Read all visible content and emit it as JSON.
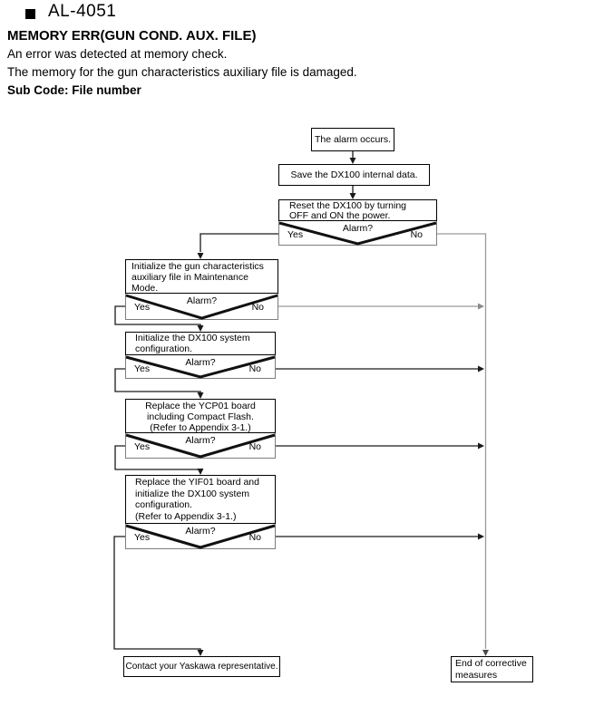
{
  "header": {
    "code": "AL-4051",
    "title": "MEMORY ERR(GUN COND. AUX. FILE)",
    "desc1": "An error was detected at memory check.",
    "desc2": "The memory for the gun characteristics auxiliary file is damaged.",
    "sub_code": "Sub Code: File number"
  },
  "flowchart": {
    "alarm": "The alarm occurs.",
    "save": "Save the DX100 internal data.",
    "decisions": [
      {
        "lines": [
          "Reset the DX100 by turning",
          "OFF and ON the power."
        ],
        "question": "Alarm?",
        "yes": "Yes",
        "no": "No"
      },
      {
        "lines": [
          "Initialize the gun characteristics",
          "auxiliary file in Maintenance",
          "Mode."
        ],
        "question": "Alarm?",
        "yes": "Yes",
        "no": "No"
      },
      {
        "lines": [
          "Initialize the DX100 system",
          "configuration."
        ],
        "question": "Alarm?",
        "yes": "Yes",
        "no": "No"
      },
      {
        "lines": [
          "Replace the YCP01 board",
          "including Compact Flash.",
          "(Refer to Appendix 3-1.)"
        ],
        "question": "Alarm?",
        "yes": "Yes",
        "no": "No"
      },
      {
        "lines": [
          "Replace the YIF01 board and",
          "initialize the DX100 system",
          "configuration.",
          "(Refer to Appendix 3-1.)"
        ],
        "question": "Alarm?",
        "yes": "Yes",
        "no": "No"
      }
    ],
    "contact": "Contact your Yaskawa representative.",
    "end_line1": "End of corrective",
    "end_line2": "measures"
  }
}
